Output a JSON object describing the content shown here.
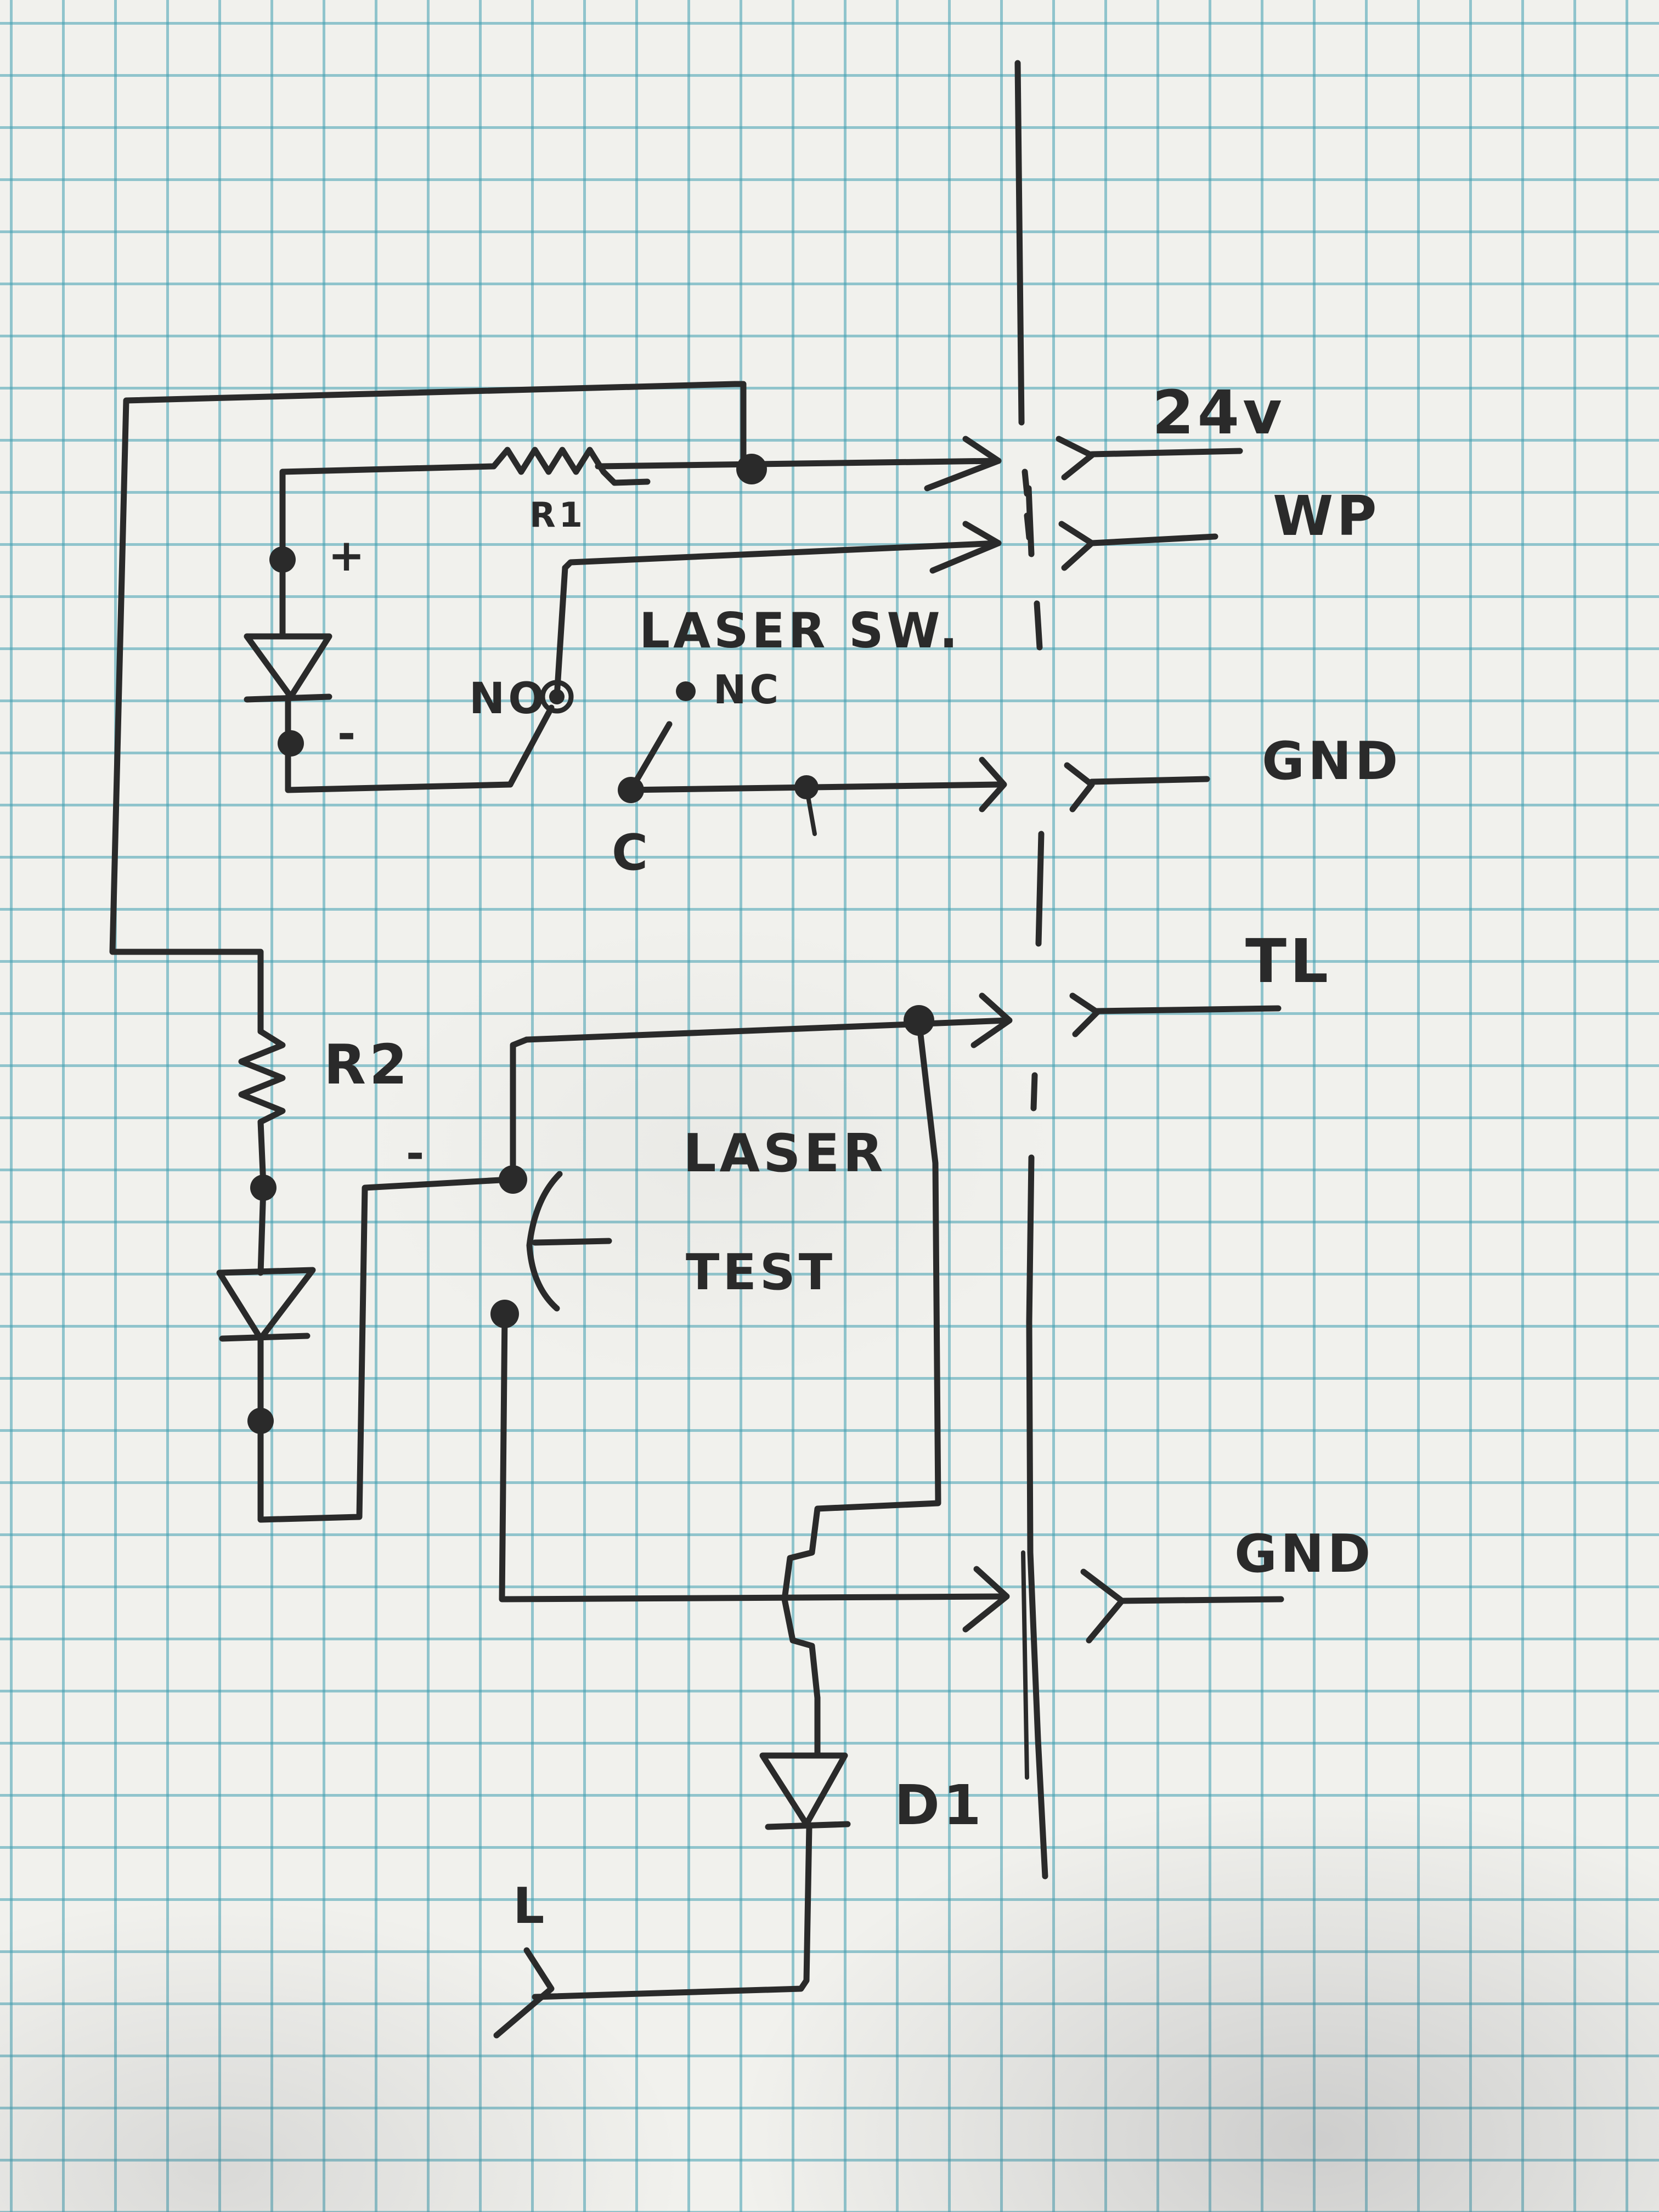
{
  "connectors": {
    "v24": "24v",
    "wp": "WP",
    "gnd_top": "GND",
    "tl": "TL",
    "gnd_bottom": "GND",
    "l": "L"
  },
  "components": {
    "r1": "R1",
    "r2": "R2",
    "d1": "D1",
    "laser_switch": "LASER SW.",
    "sw_no": "NO",
    "sw_nc": "NC",
    "sw_c": "C",
    "laser_test_line1": "LASER",
    "laser_test_line2": "TEST",
    "led1_plus": "+",
    "led1_minus": "-",
    "led2_minus": "-"
  }
}
